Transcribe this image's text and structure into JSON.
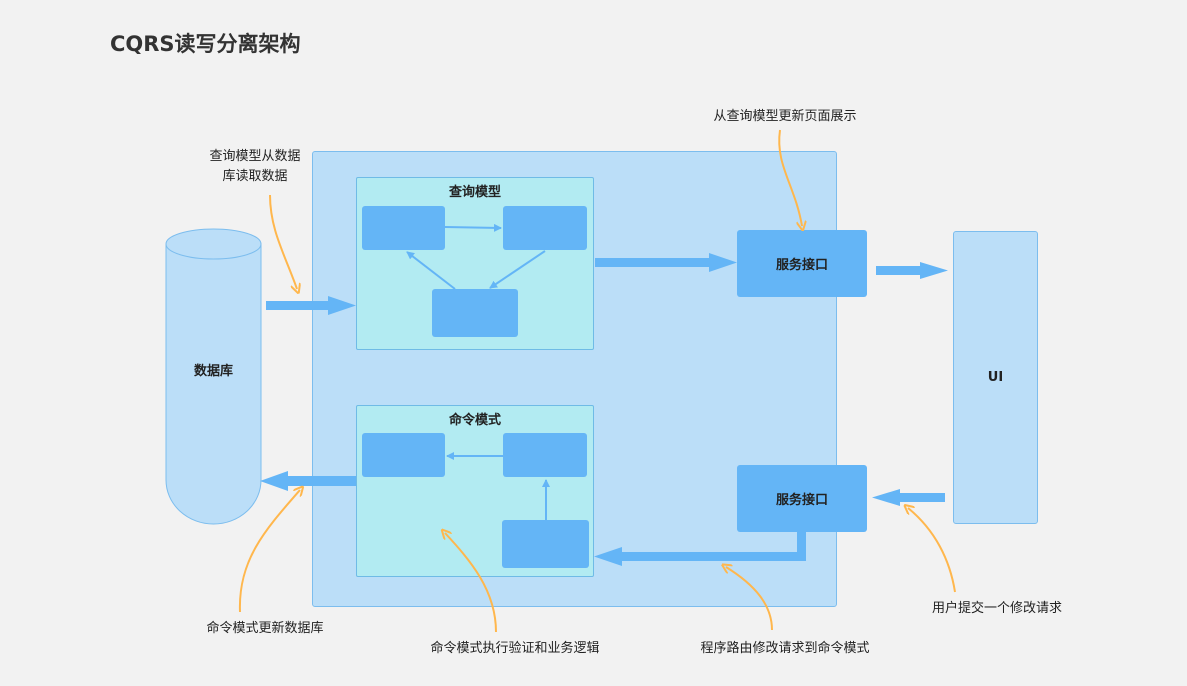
{
  "title": "CQRS读写分离架构",
  "colors": {
    "background": "#f2f2f2",
    "container": "#bbdef8",
    "container_border": "#7cbdee",
    "inner_panel": "#b2ebf2",
    "node": "#64b5f6",
    "arrow": "#64b5f6",
    "annotation_arrow": "#ffb74d"
  },
  "nodes": {
    "database": "数据库",
    "query_model": "查询模型",
    "command_model": "命令模式",
    "service_interface_top": "服务接口",
    "service_interface_bottom": "服务接口",
    "ui": "UI"
  },
  "annotations": {
    "query_read_line1": "查询模型从数据",
    "query_read_line2": "库读取数据",
    "update_page": "从查询模型更新页面展示",
    "command_update_db": "命令模式更新数据库",
    "command_validate": "命令模式执行验证和业务逻辑",
    "route_request": "程序路由修改请求到命令模式",
    "user_submit": "用户提交一个修改请求"
  }
}
